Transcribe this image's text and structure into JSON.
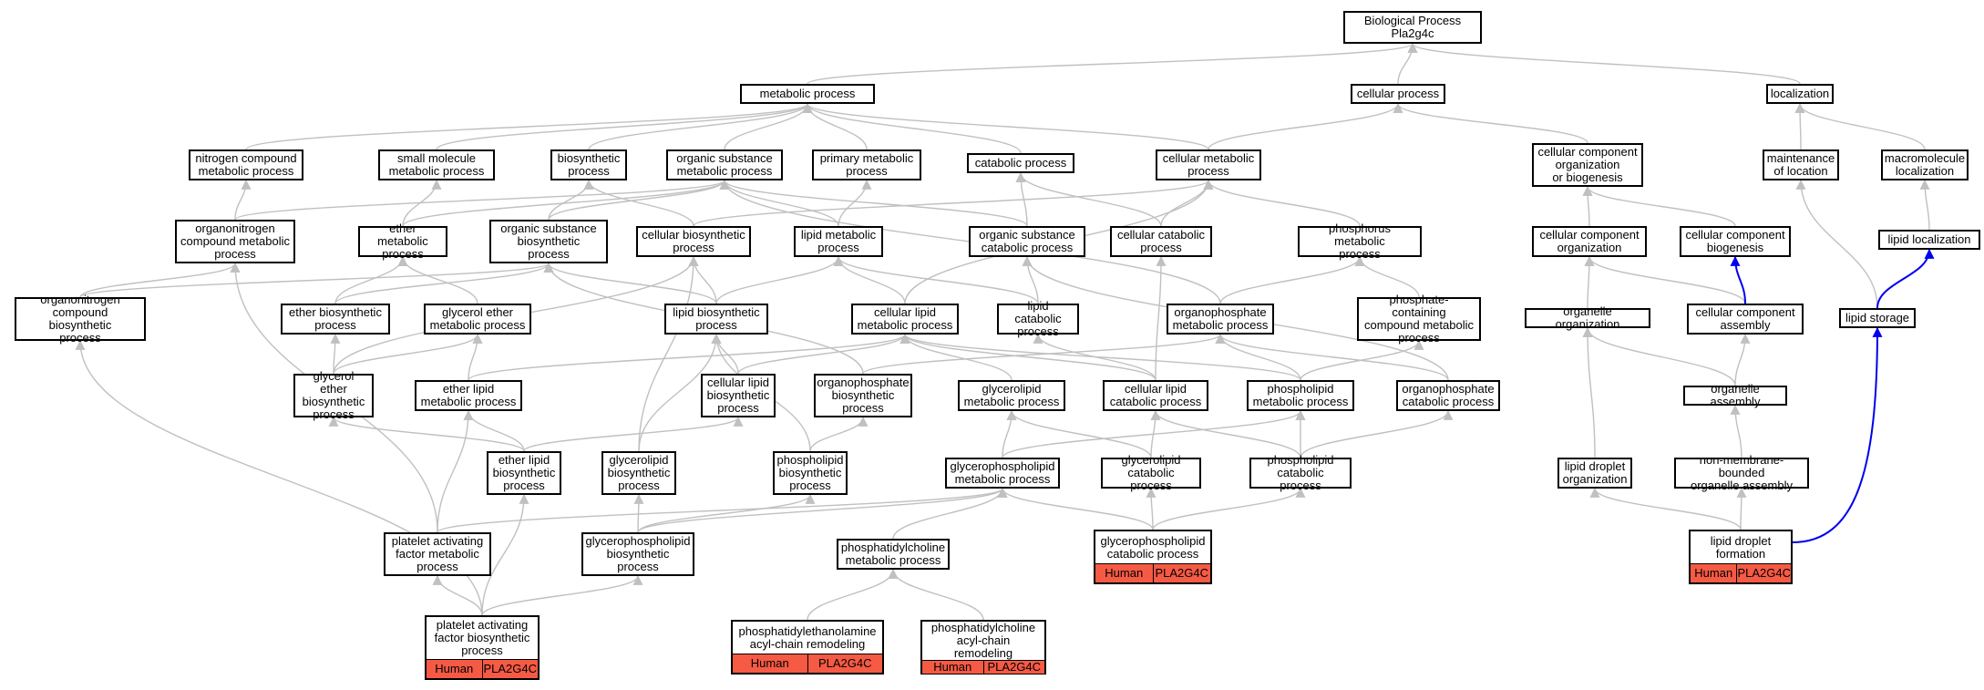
{
  "colors": {
    "edge": "#c0c0c0",
    "highlight_edge": "#0000ee",
    "annotation": "#f55a45"
  },
  "nodes": [
    {
      "id": "bp",
      "label": "Biological Process\nPla2g4c"
    },
    {
      "id": "metab",
      "label": "metabolic process"
    },
    {
      "id": "cellproc",
      "label": "cellular process"
    },
    {
      "id": "local",
      "label": "localization"
    },
    {
      "id": "nitro",
      "label": "nitrogen compound\nmetabolic process"
    },
    {
      "id": "smallmol",
      "label": "small molecule\nmetabolic process"
    },
    {
      "id": "biosyn",
      "label": "biosynthetic\nprocess"
    },
    {
      "id": "orgsub",
      "label": "organic substance\nmetabolic process"
    },
    {
      "id": "primary",
      "label": "primary metabolic\nprocess"
    },
    {
      "id": "catab",
      "label": "catabolic process"
    },
    {
      "id": "cellmet",
      "label": "cellular metabolic\nprocess"
    },
    {
      "id": "ccorgbio",
      "label": "cellular component\norganization\nor biogenesis"
    },
    {
      "id": "maint",
      "label": "maintenance\nof location"
    },
    {
      "id": "macroloc",
      "label": "macromolecule\nlocalization"
    },
    {
      "id": "orgnitro",
      "label": "organonitrogen\ncompound metabolic\nprocess"
    },
    {
      "id": "ether",
      "label": "ether metabolic\nprocess"
    },
    {
      "id": "orgsubbio",
      "label": "organic substance\nbiosynthetic\nprocess"
    },
    {
      "id": "cellbio",
      "label": "cellular biosynthetic\nprocess"
    },
    {
      "id": "lipidmet",
      "label": "lipid metabolic\nprocess"
    },
    {
      "id": "orgsubcat",
      "label": "organic substance\ncatabolic process"
    },
    {
      "id": "cellcat",
      "label": "cellular catabolic\nprocess"
    },
    {
      "id": "phosmet",
      "label": "phosphorus metabolic\nprocess"
    },
    {
      "id": "ccorg",
      "label": "cellular component\norganization"
    },
    {
      "id": "ccbio",
      "label": "cellular component\nbiogenesis"
    },
    {
      "id": "lipidloc",
      "label": "lipid localization"
    },
    {
      "id": "orgnitrobio",
      "label": "organonitrogen\ncompound biosynthetic\nprocess"
    },
    {
      "id": "etherbio",
      "label": "ether biosynthetic\nprocess"
    },
    {
      "id": "glyether",
      "label": "glycerol ether\nmetabolic process"
    },
    {
      "id": "lipidbio",
      "label": "lipid biosynthetic\nprocess"
    },
    {
      "id": "celllipid",
      "label": "cellular lipid\nmetabolic process"
    },
    {
      "id": "lipidcat",
      "label": "lipid catabolic\nprocess"
    },
    {
      "id": "orgphos",
      "label": "organophosphate\nmetabolic process"
    },
    {
      "id": "phoscont",
      "label": "phosphate-containing\ncompound metabolic\nprocess"
    },
    {
      "id": "organelle",
      "label": "organelle organization"
    },
    {
      "id": "ccassem",
      "label": "cellular component\nassembly"
    },
    {
      "id": "lipidstor",
      "label": "lipid storage"
    },
    {
      "id": "glyetherbio",
      "label": "glycerol ether\nbiosynthetic\nprocess"
    },
    {
      "id": "etherlipid",
      "label": "ether lipid\nmetabolic process"
    },
    {
      "id": "celllipidbio",
      "label": "cellular lipid\nbiosynthetic\nprocess"
    },
    {
      "id": "orgphosbio",
      "label": "organophosphate\nbiosynthetic\nprocess"
    },
    {
      "id": "glycerolipid",
      "label": "glycerolipid\nmetabolic process"
    },
    {
      "id": "celllipidcat",
      "label": "cellular lipid\ncatabolic process"
    },
    {
      "id": "phospholipid",
      "label": "phospholipid\nmetabolic process"
    },
    {
      "id": "orgphoscat",
      "label": "organophosphate\ncatabolic process"
    },
    {
      "id": "orgassem",
      "label": "organelle assembly"
    },
    {
      "id": "etherlipidbio",
      "label": "ether lipid\nbiosynthetic\nprocess"
    },
    {
      "id": "glycerolipidbio",
      "label": "glycerolipid\nbiosynthetic\nprocess"
    },
    {
      "id": "phospholipidbio",
      "label": "phospholipid\nbiosynthetic\nprocess"
    },
    {
      "id": "gpl",
      "label": "glycerophospholipid\nmetabolic process"
    },
    {
      "id": "glycerolipidcat",
      "label": "glycerolipid\ncatabolic process"
    },
    {
      "id": "phospholipidcat",
      "label": "phospholipid\ncatabolic process"
    },
    {
      "id": "lipiddroporg",
      "label": "lipid droplet\norganization"
    },
    {
      "id": "nonmem",
      "label": "non-membrane-bounded\norganelle assembly"
    },
    {
      "id": "pafmet",
      "label": "platelet activating\nfactor metabolic\nprocess"
    },
    {
      "id": "gplbio",
      "label": "glycerophospholipid\nbiosynthetic\nprocess"
    },
    {
      "id": "pcmet",
      "label": "phosphatidylcholine\nmetabolic process"
    },
    {
      "id": "gplcat",
      "label": "glycerophospholipid\ncatabolic process",
      "tags": [
        "Human",
        "PLA2G4C"
      ]
    },
    {
      "id": "lipiddropform",
      "label": "lipid droplet\nformation",
      "tags": [
        "Human",
        "PLA2G4C"
      ]
    },
    {
      "id": "pafbio",
      "label": "platelet activating\nfactor biosynthetic\nprocess",
      "tags": [
        "Human",
        "PLA2G4C"
      ]
    },
    {
      "id": "pe_remodel",
      "label": "phosphatidylethanolamine\nacyl-chain remodeling",
      "tags": [
        "Human",
        "PLA2G4C"
      ]
    },
    {
      "id": "pc_remodel",
      "label": "phosphatidylcholine\nacyl-chain remodeling",
      "tags": [
        "Human",
        "PLA2G4C"
      ]
    }
  ]
}
